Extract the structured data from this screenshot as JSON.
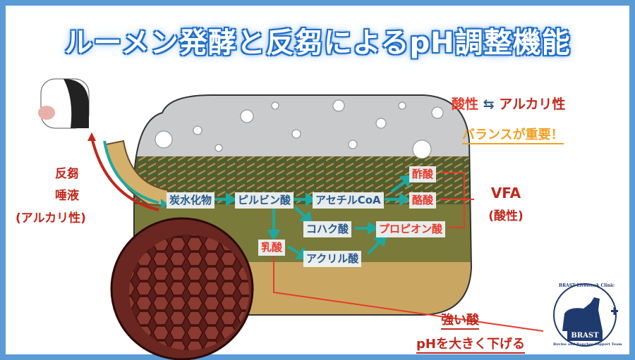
{
  "title": "ルーメン発酵と反芻によるpH調整機能",
  "balance": {
    "acid": "酸性",
    "arrow": "⇆",
    "alkali": "アルカリ性",
    "note": "バランスが重要！"
  },
  "left_label": {
    "line1": "反芻",
    "line2": "唾液",
    "line3": "(アルカリ性)"
  },
  "nodes": {
    "carb": "炭水化物",
    "pyruvate": "ピルビン酸",
    "acetylcoa": "アセチルCoA",
    "acetic": "酢酸",
    "butyric": "酪酸",
    "succinic": "コハク酸",
    "propionic": "プロピオン酸",
    "lactic": "乳酸",
    "acrylic": "アクリル酸"
  },
  "vfa": {
    "line1": "VFA",
    "line2": "(酸性)"
  },
  "strong_acid": {
    "line1": "強い酸",
    "line2": "pHを大きく下げる"
  },
  "logo": {
    "top": "BRAST Livestock Clinic",
    "center": "BRAST",
    "bottom": "Bovine and Rancher Support Team"
  },
  "colors": {
    "frame": "#5b9bd5",
    "red": "#e53b2c",
    "dark_red": "#c0281c",
    "orange": "#f0a020",
    "teal": "#20a8a0",
    "node_blue": "#2a5a8a"
  }
}
